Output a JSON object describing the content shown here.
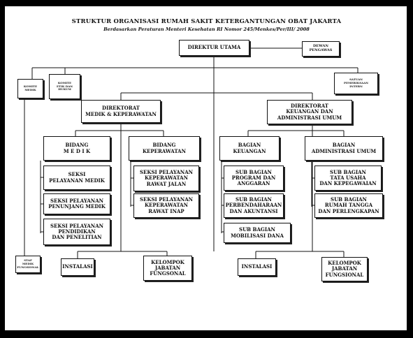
{
  "title": "STRUKTUR ORGANISASI RUMAH SAKIT KETERGANTUNGAN OBAT JAKARTA",
  "subtitle": "Berdasarkan Peraturan Menteri Kesehatan RI Nomor 245/Menkes/Per/III/ 2008",
  "boxes": {
    "direktur_utama": [
      "DIREKTUR UTAMA"
    ],
    "dewan_pengawas": [
      "DEWAN",
      "PENGAWAS"
    ],
    "komite_medik": [
      "KOMITE",
      "MEDIK"
    ],
    "komite_etik": [
      "KOMITE",
      "ETIK DAN",
      "HUKUM"
    ],
    "satuan_pemeriksaan_intern": [
      "SATUAN",
      "PEMERIKSAAN",
      "INTERN"
    ],
    "direktorat_medik": [
      "DIREKTORAT",
      "MEDIK & KEPERAWATAN"
    ],
    "direktorat_keuangan": [
      "DIREKTORAT",
      "KEUANGAN DAN",
      "ADMINISTRASI UMUM"
    ],
    "bidang_medik": [
      "BIDANG",
      "M E D I K"
    ],
    "bidang_keperawatan": [
      "BIDANG",
      "KEPERAWATAN"
    ],
    "bagian_keuangan": [
      "BAGIAN",
      "KEUANGAN"
    ],
    "bagian_administrasi": [
      "BAGIAN",
      "ADMINISTRASI UMUM"
    ],
    "seksi_pelayanan_medik": [
      "SEKSI",
      "PELAYANAN MEDIK"
    ],
    "seksi_penunjang_medik": [
      "SEKSI PELAYANAN",
      "PENUNJANG MEDIK"
    ],
    "seksi_pendidikan": [
      "SEKSI  PELAYANAN",
      "PENDIDIKAN",
      "DAN PENELITIAN"
    ],
    "seksi_rawat_jalan": [
      "SEKSI PELAYANAN",
      "KEPERAWATAN",
      "RAWAT JALAN"
    ],
    "seksi_rawat_inap": [
      "SEKSI PELAYANAN",
      "KEPERAWATAN",
      "RAWAT INAP"
    ],
    "sub_program": [
      "SUB BAGIAN",
      "PROGRAM DAN",
      "ANGGARAN"
    ],
    "sub_perbendaharaan": [
      "SUB BAGIAN",
      "PERBENDAHARAAN",
      "DAN AKUNTANSI"
    ],
    "sub_mobilisasi": [
      "SUB BAGIAN",
      "MOBILISASI DANA"
    ],
    "sub_tata_usaha": [
      "SUB BAGIAN",
      "TATA USAHA",
      "DAN KEPEGAWAIAN"
    ],
    "sub_rumah_tangga": [
      "SUB BAGIAN",
      "RUMAH TANGGA",
      "DAN PERLENGKAPAN"
    ],
    "staf_medik": [
      "STAF",
      "MEDIK",
      "FUNGSIONAL"
    ],
    "instalasi_1": [
      "INSTALASI"
    ],
    "kelompok_jabatan_1": [
      "KELOMPOK",
      "JABATAN",
      "FUNGSONAL"
    ],
    "instalasi_2": [
      "INSTALASI"
    ],
    "kelompok_jabatan_2": [
      "KELOMPOK",
      "JABATAN",
      "FUNGSIONAL"
    ]
  }
}
